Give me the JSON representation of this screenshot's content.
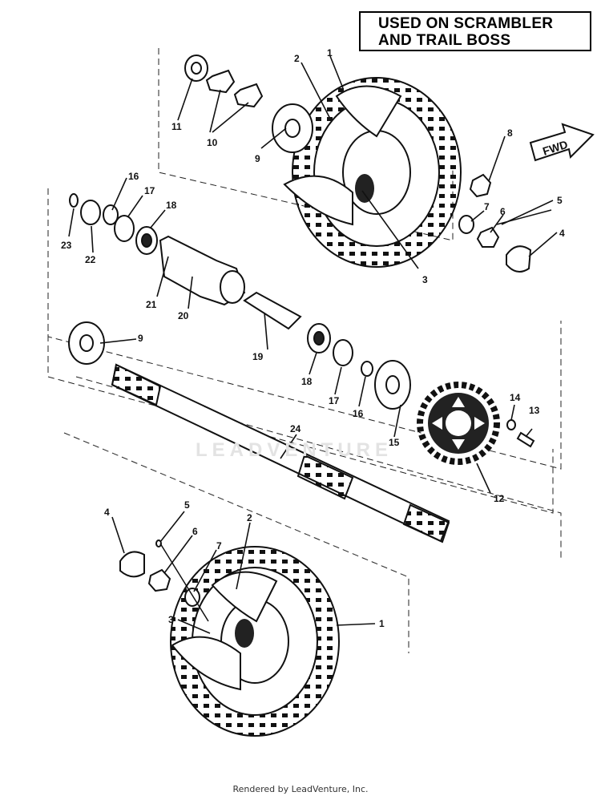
{
  "title": {
    "line1": "USED ON SCRAMBLER",
    "line2": "AND TRAIL BOSS"
  },
  "fwd_label": "FWD",
  "watermark": "LEADVENTURE",
  "footer": "Rendered by LeadVenture, Inc.",
  "callouts": {
    "c1a": "1",
    "c2a": "2",
    "c3a": "3",
    "c4a": "4",
    "c5a": "5",
    "c6a": "6",
    "c7a": "7",
    "c8": "8",
    "c9a": "9",
    "c10": "10",
    "c11": "11",
    "c12": "12",
    "c13": "13",
    "c14": "14",
    "c15": "15",
    "c16a": "16",
    "c17a": "17",
    "c18a": "18",
    "c19": "19",
    "c20": "20",
    "c21": "21",
    "c22": "22",
    "c23": "23",
    "c9b": "9",
    "c18b": "18",
    "c17b": "17",
    "c16b": "16",
    "c24": "24",
    "c4b": "4",
    "c5b": "5",
    "c6b": "6",
    "c7b": "7",
    "c2b": "2",
    "c3b": "3",
    "c1b": "1"
  }
}
